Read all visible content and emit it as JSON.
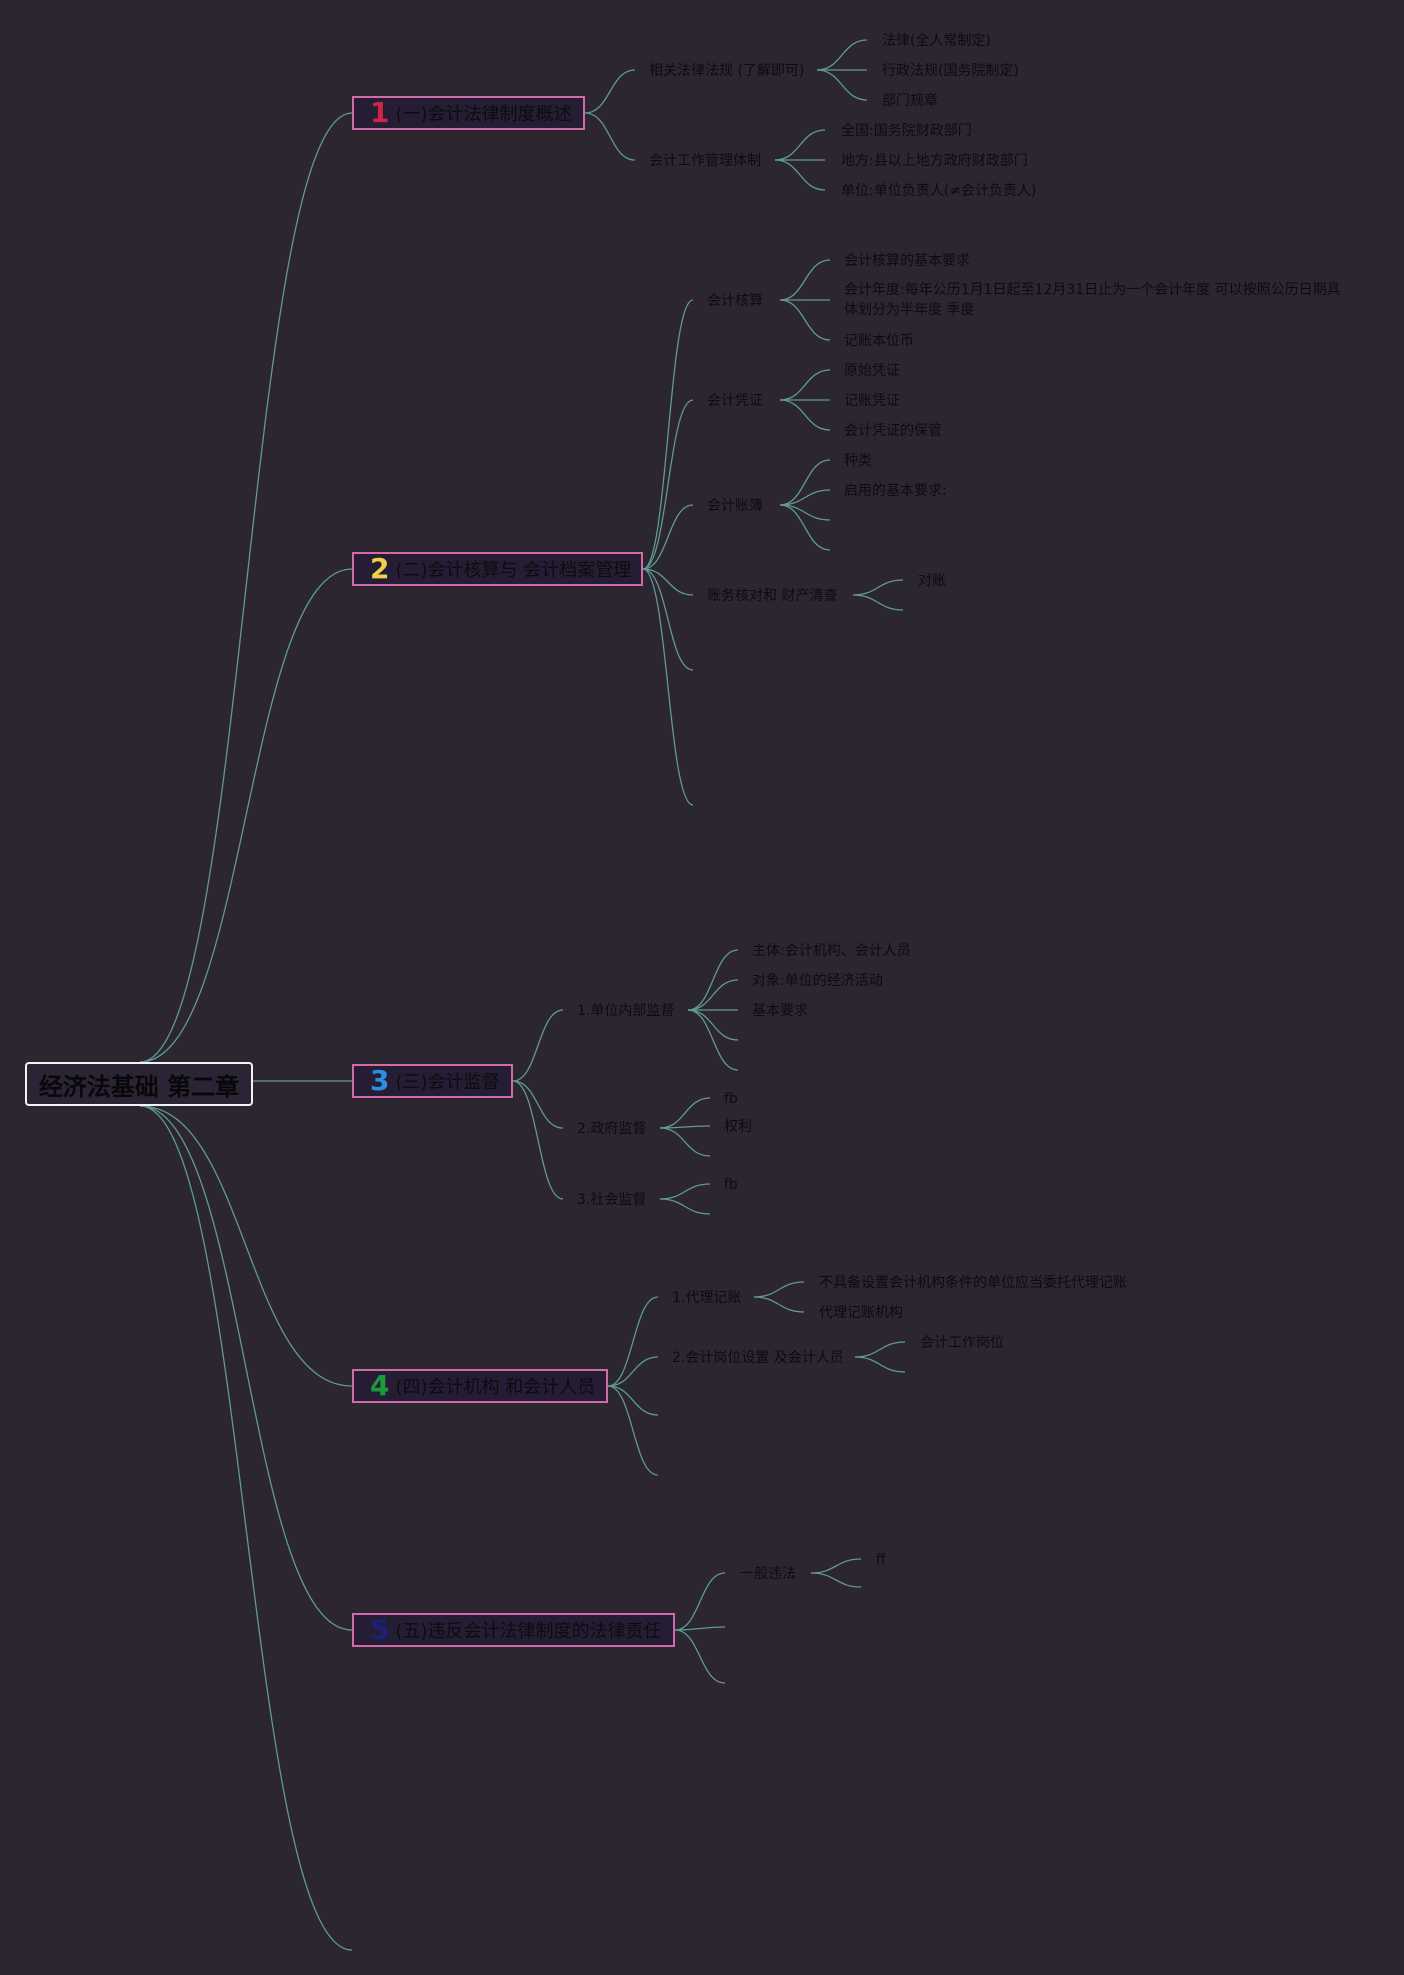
{
  "root": {
    "label": "经济法基础 第二章"
  },
  "topics": [
    {
      "num": "1",
      "color": "#d0234a",
      "label": "(一)会计法律制度概述"
    },
    {
      "num": "2",
      "color": "#efd04a",
      "label": "(二)会计核算与 会计档案管理"
    },
    {
      "num": "3",
      "color": "#2a8fe0",
      "label": "(三)会计监督"
    },
    {
      "num": "4",
      "color": "#1f9a3a",
      "label": "(四)会计机构 和会计人员"
    },
    {
      "num": "5",
      "color": "#1a1f7a",
      "label": "(五)违反会计法律制度的法律责任"
    }
  ],
  "subtopics": {
    "t1": [
      "相关法律法规 (了解即可)",
      "会计工作管理体制"
    ],
    "t2": [
      "会计核算",
      "会计凭证",
      "会计账簿",
      "账务核对和 财产清查"
    ],
    "t3": [
      "1.单位内部监督",
      "2.政府监督",
      "3.社会监督"
    ],
    "t4": [
      "1.代理记账",
      "2.会计岗位设置 及会计人员"
    ],
    "t5": [
      "一般违法"
    ]
  },
  "leaves": {
    "laws": [
      "法律(全人常制定)",
      "行政法规(国务院制定)",
      "部门规章"
    ],
    "mgmt": [
      "全国:国务院财政部门",
      "地方:县以上地方政府财政部门",
      "单位:单位负责人(≠会计负责人)"
    ],
    "hesuan": [
      "会计核算的基本要求",
      "会计年度:每年公历1月1日起至12月31日止为一个会计年度 可以按照公历日期具体划分为半年度 季度",
      "记账本位币"
    ],
    "pingzheng": [
      "原始凭证",
      "记账凭证",
      "会计凭证的保管"
    ],
    "zhangbu": [
      "种类",
      "启用的基本要求:"
    ],
    "duizhang": [
      "对账"
    ],
    "neibu": [
      "主体:会计机构、会计人员",
      "对象:单位的经济活动",
      "基本要求"
    ],
    "zhengfu": [
      "fb",
      "权利"
    ],
    "shehui": [
      "fb"
    ],
    "daili": [
      "不具备设置会计机构条件的单位应当委托代理记账",
      "代理记账机构"
    ],
    "gangwei": [
      "会计工作岗位"
    ],
    "weifa": [
      "ff"
    ]
  }
}
